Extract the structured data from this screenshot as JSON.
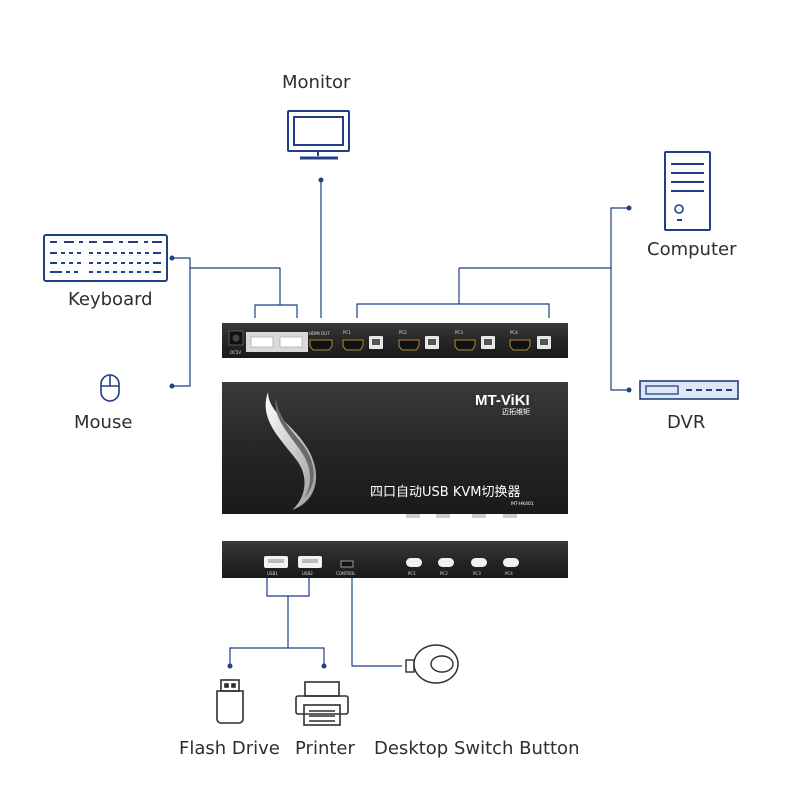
{
  "labels": {
    "monitor": "Monitor",
    "keyboard": "Keyboard",
    "mouse": "Mouse",
    "computer": "Computer",
    "dvr": "DVR",
    "flash_drive": "Flash Drive",
    "printer": "Printer",
    "switch_button": "Desktop Switch Button"
  },
  "device": {
    "brand": "MT-ViKI",
    "brand_cn": "迈拓维矩",
    "product_name": "四口自动USB KVM切换器",
    "model": "MT-HK401",
    "back_ports": {
      "power": "DC5V",
      "hdmi_out": "HDMI OUT",
      "pc_ports": [
        "PC1",
        "PC2",
        "PC3",
        "PC4"
      ]
    },
    "front_ports": {
      "usb": [
        "USB1",
        "USB2"
      ],
      "control": "CONTROL",
      "pc_buttons": [
        "PC1",
        "PC2",
        "PC3",
        "PC4"
      ]
    }
  },
  "colors": {
    "connector_line": "#1f3f86",
    "device_body": "#262626",
    "icon_blue": "#1f3f86",
    "text": "#2e2e2e"
  },
  "icons": [
    "monitor-icon",
    "keyboard-icon",
    "mouse-icon",
    "computer-icon",
    "dvr-icon",
    "flash-drive-icon",
    "printer-icon",
    "desktop-switch-icon"
  ]
}
